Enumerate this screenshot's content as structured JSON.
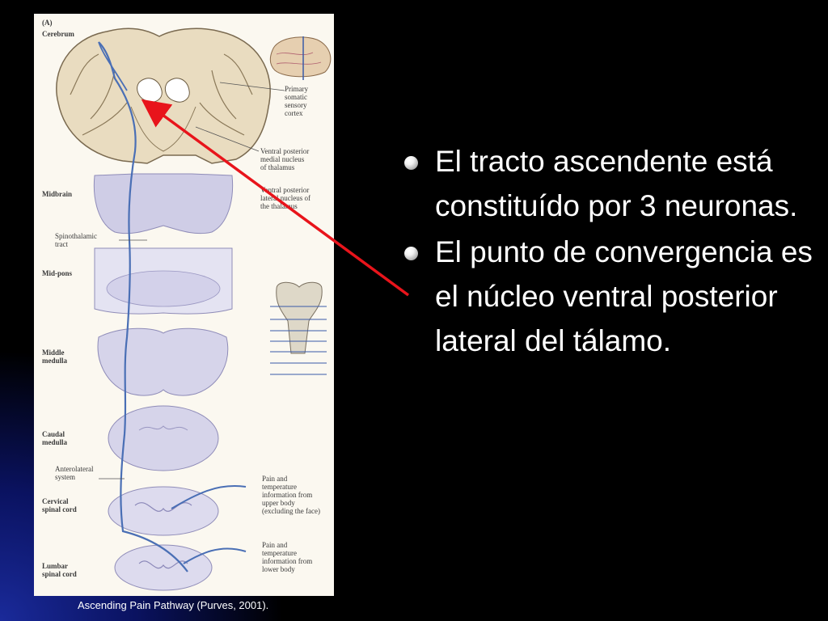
{
  "figure": {
    "labels": {
      "panel": "(A)",
      "cerebrum": "Cerebrum",
      "primary_cortex": "Primary\nsomatic\nsensory\ncortex",
      "vpm": "Ventral posterior\nmedial nucleus\nof thalamus",
      "midbrain": "Midbrain",
      "vpl": "Ventral posterior\nlateral nucleus of\nthe thalamus",
      "spinothalamic": "Spinothalamic\ntract",
      "midpons": "Mid-pons",
      "middle_medulla": "Middle\nmedulla",
      "caudal_medulla": "Caudal\nmedulla",
      "anterolateral": "Anterolateral\nsystem",
      "pain_upper": "Pain and\ntemperature\ninformation from\nupper body\n(excluding the face)",
      "cervical": "Cervical\nspinal cord",
      "pain_lower": "Pain and\ntemperature\ninformation from\nlower body",
      "lumbar": "Lumbar\nspinal cord"
    },
    "caption": "Ascending Pain Pathway (Purves, 2001)."
  },
  "bullets": [
    "El tracto ascendente está constituído por 3 neuronas.",
    "El punto de convergencia es el núcleo ventral posterior lateral del tálamo."
  ],
  "colors": {
    "arrow": "#e8141b",
    "pathway": "#4a6fb5",
    "section_fill": "#cfcde6",
    "brain_tissue": "#e9dcc0"
  }
}
